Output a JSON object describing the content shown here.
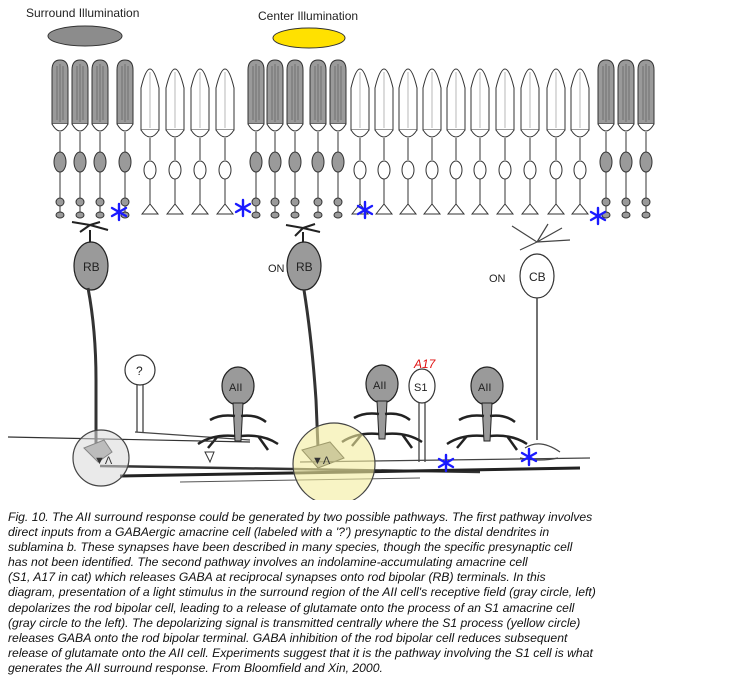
{
  "figure": {
    "labels": {
      "surround": "Surround Illumination",
      "center": "Center Illumination",
      "rb": "RB",
      "on": "ON",
      "cb": "CB",
      "aii": "AII",
      "s1": "S1",
      "a17": "A17",
      "unknown": "?"
    },
    "colors": {
      "surround_stimulus": "#8c8c8c",
      "center_stimulus": "#ffe100",
      "synapse_asterisk": "#1a1aff",
      "a17_label": "#e01010",
      "yellow_circle": "#f3ec9e",
      "gray_circle": "#d9d9d9",
      "cell_fill": "#9a9a9a"
    }
  },
  "caption": {
    "lines": [
      "Fig. 10. The AII surround response could be generated by two possible pathways. The first pathway involves",
      "direct inputs from a GABAergic amacrine cell (labeled with a '?') presynaptic to the distal dendrites in",
      "sublamina b. These synapses have been described in many species, though the specific presynaptic cell",
      "has not been identified. The second pathway involves an indolamine-accumulating amacrine cell",
      "(S1, A17 in cat) which releases GABA at reciprocal synapses onto rod bipolar (RB) terminals. In this",
      "diagram, presentation of a light stimulus in the surround region of the AII cell's receptive field (gray circle, left)",
      " depolarizes the rod bipolar cell, leading to a release of glutamate onto the process of an S1 amacrine cell",
      "(gray circle to the left). The depolarizing signal is transmitted centrally where the S1 process (yellow circle)",
      "releases GABA onto the rod bipolar terminal. GABA inhibition of the rod bipolar cell reduces subsequent",
      "release of glutamate onto the AII cell. Experiments suggest that it is the pathway involving the S1 cell is what",
      " generates the AII surround response. From Bloomfield and Xin, 2000."
    ]
  }
}
